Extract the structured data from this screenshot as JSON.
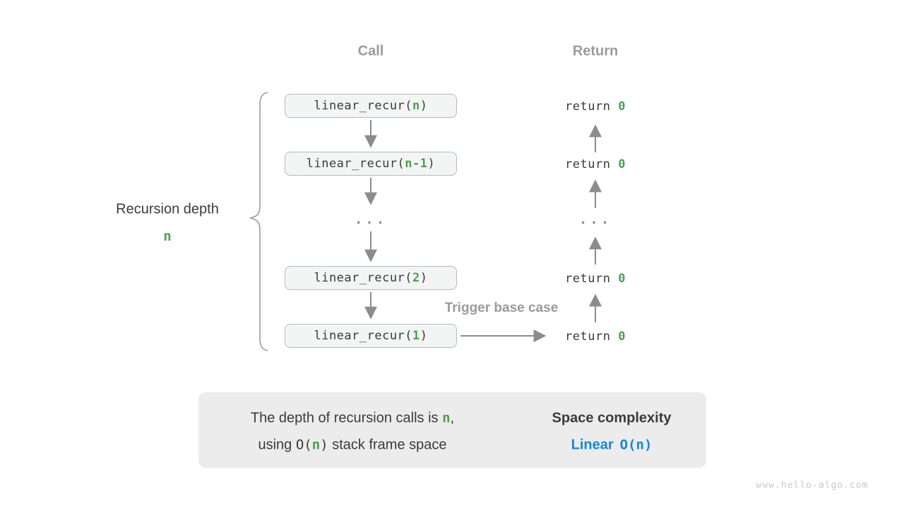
{
  "headers": {
    "call": "Call",
    "return": "Return"
  },
  "left_label": {
    "title": "Recursion depth",
    "value": "n"
  },
  "call_column": {
    "boxes": [
      {
        "prefix": "linear_recur(",
        "arg": "n",
        "suffix": ")"
      },
      {
        "prefix": "linear_recur(",
        "arg": "n-1",
        "suffix": ")"
      },
      {
        "prefix": "linear_recur(",
        "arg": "2",
        "suffix": ")"
      },
      {
        "prefix": "linear_recur(",
        "arg": "1",
        "suffix": ")"
      }
    ],
    "ellipsis": "..."
  },
  "return_column": {
    "rows": [
      {
        "keyword": "return ",
        "value": "0"
      },
      {
        "keyword": "return ",
        "value": "0"
      },
      {
        "keyword": "return ",
        "value": "0"
      },
      {
        "keyword": "return ",
        "value": "0"
      }
    ],
    "ellipsis": "..."
  },
  "trigger_label": "Trigger base case",
  "summary": {
    "line1_prefix": "The depth of recursion calls is ",
    "line1_code": "n",
    "line1_suffix": ",",
    "line2_prefix": "using ",
    "line2_code_open": "O(",
    "line2_code_arg": "n",
    "line2_code_close": ")",
    "line2_suffix": " stack frame space",
    "right_title": "Space complexity",
    "right_label": "Linear",
    "right_code": "O(n)"
  },
  "watermark": "www.hello-algo.com",
  "colors": {
    "green_accent": "#4aa14e",
    "blue_accent": "#1787d8",
    "gray_label": "#9b9b9b",
    "arrow_gray": "#8c8c8c",
    "box_bg": "#f3f4f4",
    "box_border": "#b6babd",
    "summary_bg": "#ececec",
    "text_dark": "#3b3b3b"
  }
}
